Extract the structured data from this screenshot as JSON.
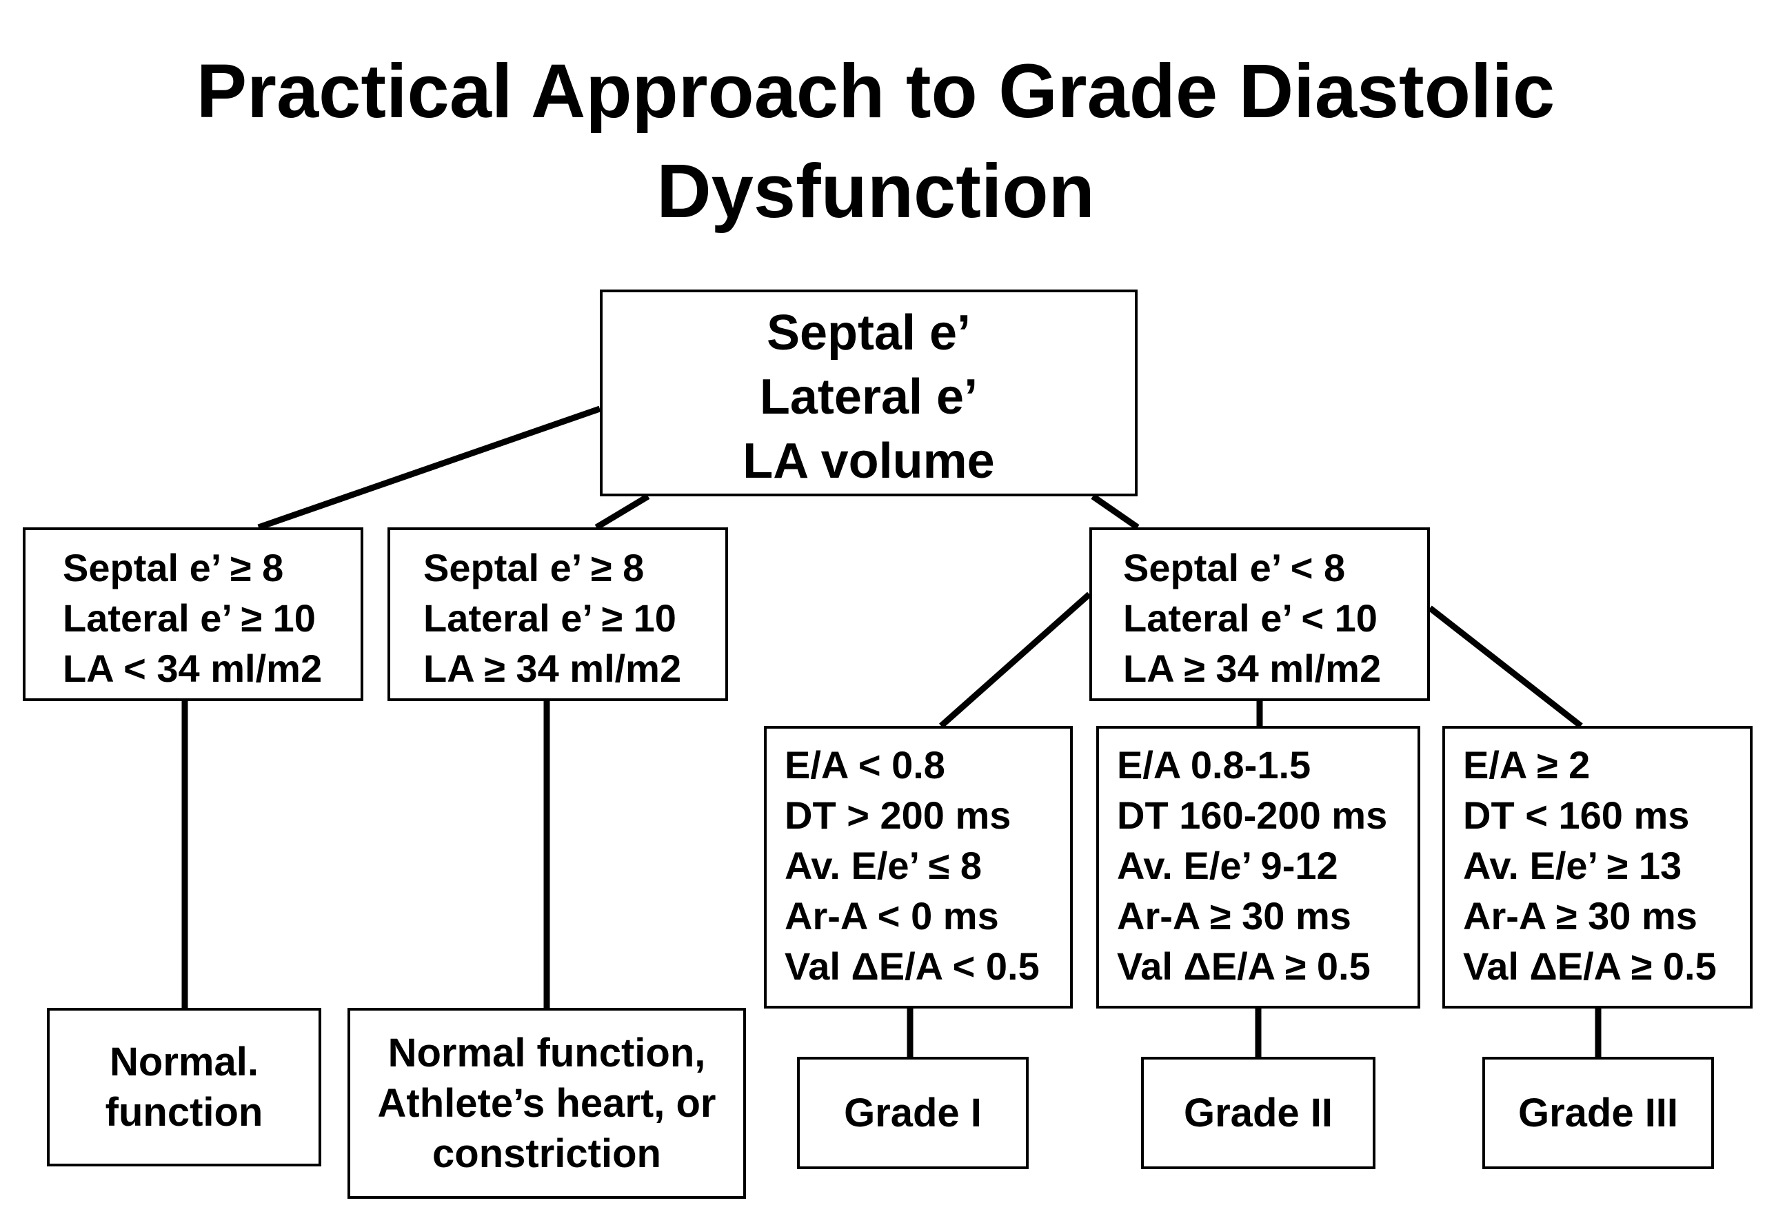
{
  "title": {
    "line1": "Practical Approach to Grade Diastolic",
    "line2": "Dysfunction"
  },
  "root": {
    "lines": [
      "Septal e’",
      "Lateral e’",
      "LA volume"
    ]
  },
  "criteria": {
    "normal_small_la": [
      "Septal e’ ≥ 8",
      "Lateral e’ ≥ 10",
      "LA < 34 ml/m2"
    ],
    "normal_large_la": [
      "Septal e’ ≥ 8",
      "Lateral e’ ≥ 10",
      "LA ≥ 34 ml/m2"
    ],
    "abnormal": [
      "Septal e’ < 8",
      "Lateral e’ < 10",
      "LA ≥ 34 ml/m2"
    ]
  },
  "grade_criteria": {
    "grade1": [
      "E/A < 0.8",
      "DT > 200 ms",
      "Av. E/e’ ≤ 8",
      "Ar-A < 0 ms",
      "Val ΔE/A < 0.5"
    ],
    "grade2": [
      "E/A 0.8-1.5",
      "DT 160-200 ms",
      "Av. E/e’ 9-12",
      "Ar-A ≥ 30 ms",
      "Val ΔE/A ≥ 0.5"
    ],
    "grade3": [
      "E/A ≥ 2",
      "DT < 160 ms",
      "Av. E/e’ ≥ 13",
      "Ar-A ≥ 30 ms",
      "Val ΔE/A ≥ 0.5"
    ]
  },
  "outcomes": {
    "normal": [
      "Normal.",
      "function"
    ],
    "athlete": [
      "Normal function,",
      "Athlete’s heart, or",
      "constriction"
    ],
    "grade1": "Grade I",
    "grade2": "Grade II",
    "grade3": "Grade III"
  }
}
